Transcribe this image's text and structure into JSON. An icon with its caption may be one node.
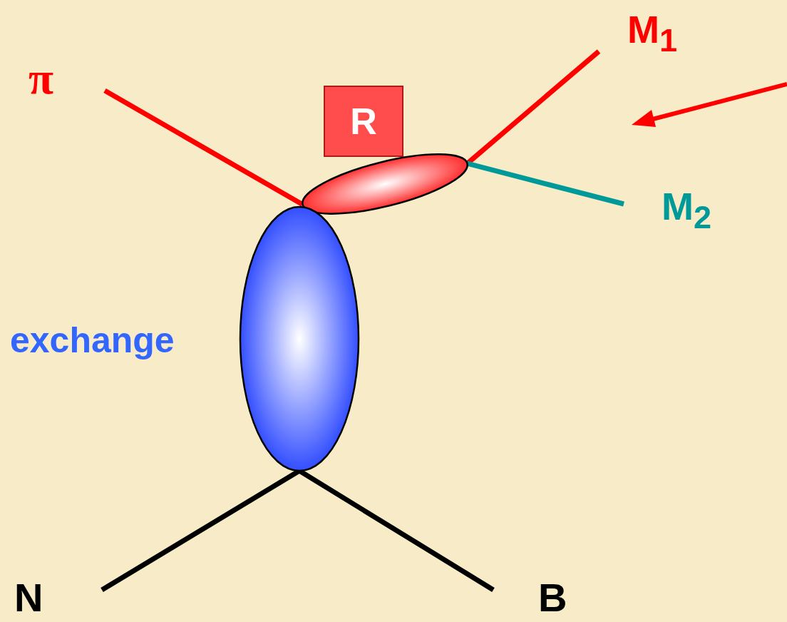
{
  "diagram": {
    "nodes": [
      {
        "text": [
          "π"
        ]
      },
      {
        "text": [
          "M$_{1}$"
        ]
      },
      {
        "text": [
          "M$_{2}$"
        ]
      },
      {
        "text": [
          "R"
        ]
      },
      {
        "text": [],
        "shape": "ellipse"
      },
      {
        "text": [],
        "shape": "ellipse",
        "beside": [
          "exchange"
        ]
      },
      {
        "text": [
          "N"
        ]
      },
      {
        "text": [
          "B"
        ]
      }
    ],
    "edges": [
      {
        "from": 0,
        "to": 4,
        "arrow": "none",
        "color": "#ff0000"
      },
      {
        "from": 4,
        "to": 1,
        "arrow": "none",
        "color": "#ff0000"
      },
      {
        "from": 4,
        "to": 2,
        "arrow": "none",
        "color": "#009999"
      },
      {
        "from": 5,
        "to": 6,
        "arrow": "none",
        "color": "#000000"
      },
      {
        "from": 5,
        "to": 7,
        "arrow": "none",
        "color": "#000000"
      }
    ]
  }
}
